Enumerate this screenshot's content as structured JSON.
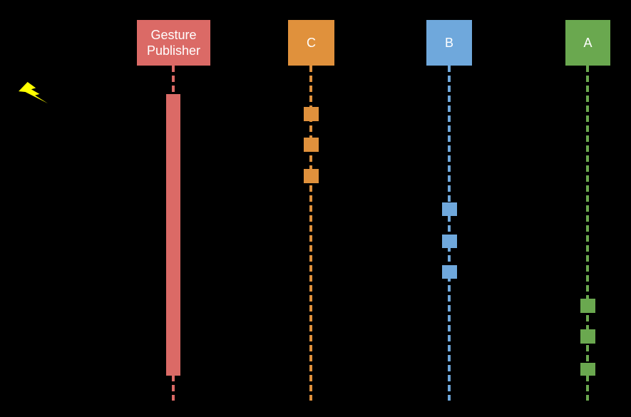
{
  "diagram": {
    "type": "sequence-diagram",
    "background_color": "#000000",
    "trigger_icon": {
      "name": "lightning-bolt-icon",
      "color": "#FFFF00"
    },
    "actors": [
      {
        "label": "Gesture Publisher",
        "color": "#DB6A66",
        "text_color": "#FFFFFF",
        "lifeline_style": "dashed",
        "activations": 1,
        "activation_style": "long-bar"
      },
      {
        "label": "C",
        "color": "#E0913C",
        "text_color": "#FFFFFF",
        "lifeline_style": "dashed",
        "activations": 3,
        "activation_style": "small-squares"
      },
      {
        "label": "B",
        "color": "#6FA8DC",
        "text_color": "#FFFFFF",
        "lifeline_style": "dashed",
        "activations": 3,
        "activation_style": "small-squares"
      },
      {
        "label": "A",
        "color": "#6AA84F",
        "text_color": "#FFFFFF",
        "lifeline_style": "dashed",
        "activations": 3,
        "activation_style": "small-squares"
      }
    ]
  }
}
